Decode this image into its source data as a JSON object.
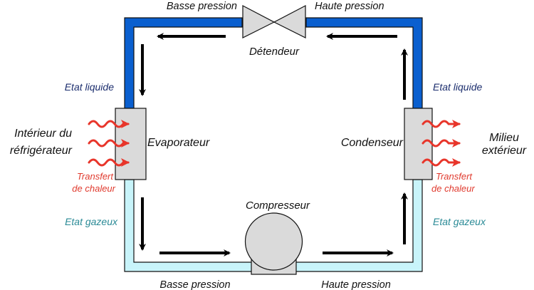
{
  "title": "Cycle frigorifique",
  "colors": {
    "high_pipe": "#0a5fcf",
    "low_pipe": "#c8f4fa",
    "component_fill": "#dadada",
    "heat_arrow": "#e8352a",
    "liquid_label": "#1c2e6e",
    "gas_label": "#2a8a96",
    "heat_label": "#e03a2e"
  },
  "labels": {
    "top_left_pressure": "Basse pression",
    "top_right_pressure": "Haute pression",
    "bottom_left_pressure": "Basse pression",
    "bottom_right_pressure": "Haute pression",
    "expansion_valve": "Détendeur",
    "compressor": "Compresseur",
    "evaporator": "Evaporateur",
    "condenser": "Condenseur",
    "left_liquid_state": "Etat liquide",
    "right_liquid_state": "Etat liquide",
    "left_gas_state": "Etat gazeux",
    "right_gas_state": "Etat gazeux",
    "inside_fridge_line1": "Intérieur du",
    "inside_fridge_line2": "réfrigérateur",
    "outside_line1": "Milieu",
    "outside_line2": "extérieur",
    "left_heat_line1": "Transfert",
    "left_heat_line2": "de chaleur",
    "right_heat_line1": "Transfert",
    "right_heat_line2": "de chaleur"
  }
}
